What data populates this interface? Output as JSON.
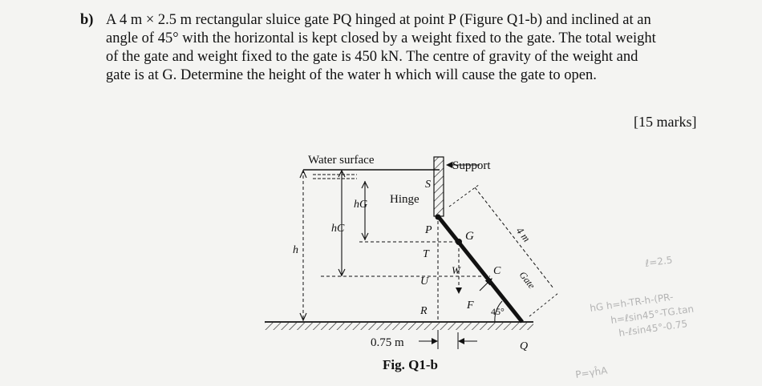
{
  "question": {
    "label": "b)",
    "lines": [
      "A 4 m × 2.5 m rectangular sluice gate PQ hinged at point P (Figure Q1-b) and inclined at an",
      "angle of 45° with the horizontal is kept closed by a weight fixed to the gate. The total weight",
      "of the gate and weight fixed to the gate is 450 kN. The centre of gravity of the weight and",
      "gate is at G. Determine the height of the water h which will cause the gate to open."
    ],
    "marks": "[15 marks]"
  },
  "figure": {
    "labels": {
      "water_surface": "Water surface",
      "support": "Support",
      "s": "S",
      "hinge": "Hinge",
      "hg": "hG",
      "hc": "hC",
      "h": "h",
      "p": "P",
      "g": "G",
      "t": "T",
      "w": "W",
      "c": "C",
      "u": "U",
      "f": "F",
      "angle": "45°",
      "r": "R",
      "q": "Q",
      "gate": "Gate",
      "length": "4 m",
      "offset": "0.75 m"
    },
    "caption": "Fig. Q1-b"
  },
  "annotations": {
    "a1": "ℓ=2.5",
    "a2": "hG h=h-TR-h-(PR-",
    "a3": "h=ℓsin45°-TG.tan",
    "a4": "h-ℓsin45°-0.75",
    "a5": "P=γĥA"
  }
}
